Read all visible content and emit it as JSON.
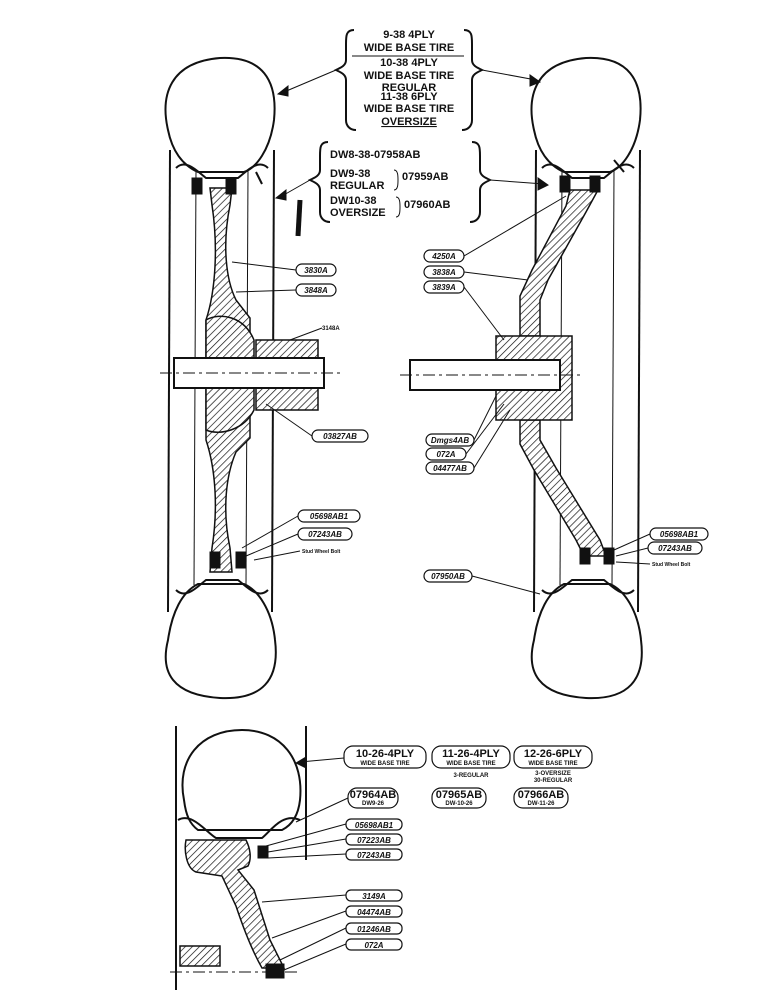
{
  "tire_callouts": {
    "line1": "9-38  4PLY",
    "line2": "WIDE BASE TIRE",
    "line3": "10-38  4PLY",
    "line4": "WIDE BASE TIRE",
    "line5": "REGULAR",
    "line6": "11-38  6PLY",
    "line7": "WIDE BASE TIRE",
    "line8": "OVERSIZE"
  },
  "rim_callouts": {
    "r1": "DW8-38-07958AB",
    "r2a": "DW9-38",
    "r2b": "REGULAR",
    "r2c": "07959AB",
    "r3a": "DW10-38",
    "r3b": "OVERSIZE",
    "r3c": "07960AB"
  },
  "left_wheel_tags": [
    "3830A",
    "3848A",
    "3148A",
    "03827AB",
    "05698AB1",
    "07243AB",
    "Stud Wheel Bolt"
  ],
  "right_wheel_tags": [
    "4250A",
    "3838A",
    "3839A",
    "Dmgs4AB",
    "072A",
    "04477AB",
    "05698AB1",
    "07243AB",
    "Stud Wheel Bolt",
    "07950AB"
  ],
  "bottom_tire_specs": {
    "c1a": "10-26-4PLY",
    "c1b": "WIDE BASE TIRE",
    "c2a": "11-26-4PLY",
    "c2b": "WIDE BASE TIRE",
    "c2n": "3-REGULAR",
    "c3a": "12-26-6PLY",
    "c3b": "WIDE BASE TIRE",
    "c3n1": "3-OVERSIZE",
    "c3n2": "30-REGULAR",
    "d1a": "07964AB",
    "d1b": "DW9-26",
    "d2a": "07965AB",
    "d2b": "DW-10-26",
    "d3a": "07966AB",
    "d3b": "DW-11-26"
  },
  "bottom_tags": [
    "05698AB1",
    "07223AB",
    "07243AB",
    "3149A",
    "04474AB",
    "01246AB",
    "072A"
  ]
}
